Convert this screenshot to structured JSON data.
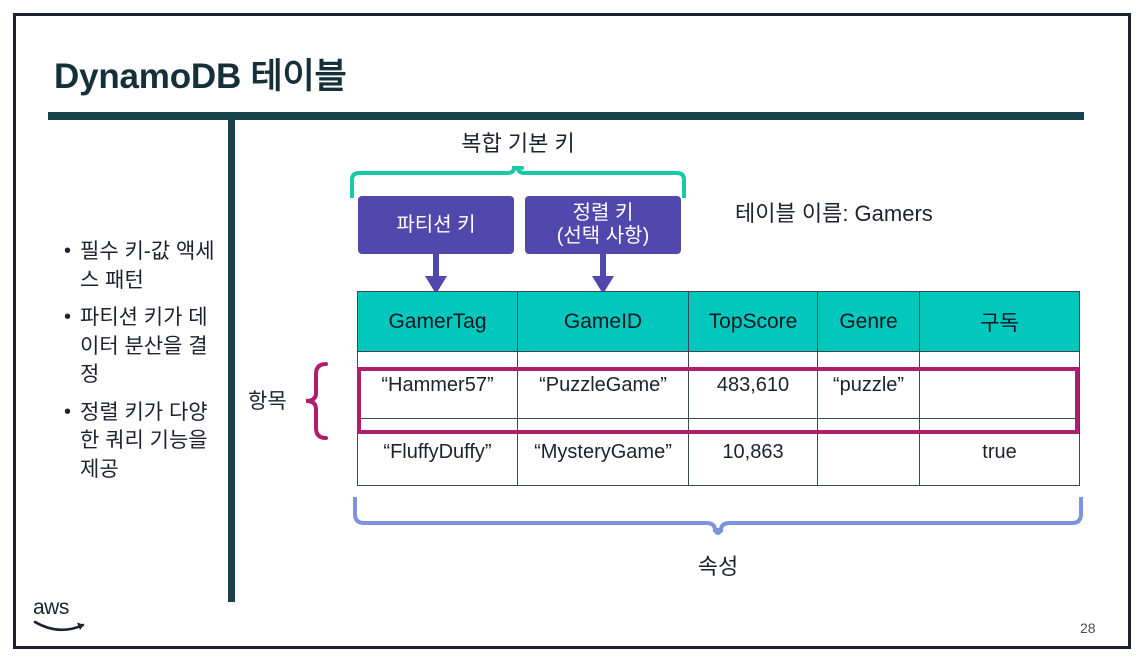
{
  "slide": {
    "title": "DynamoDB 테이블",
    "page_number": "28",
    "brand": "aws",
    "colors": {
      "title_teal": "#16303a",
      "rule_teal": "#17424c",
      "header_teal": "#01c7bc",
      "key_box_purple": "#5147ad",
      "top_brace_teal": "#17c9a6",
      "item_brace_magenta": "#ae1e6d",
      "attributes_brace_blue": "#7e92dd",
      "text_dark": "#1d2230"
    }
  },
  "bullets": [
    "필수 키-값 액세스 패턴",
    "파티션 키가 데이터 분산을 결정",
    "정렬 키가 다양한 쿼리 기능을 제공"
  ],
  "diagram": {
    "composite_key_label": "복합 기본 키",
    "partition_key_label": "파티션 키",
    "sort_key_label": "정렬 키\n(선택 사항)",
    "sort_key_line_1": "정렬 키",
    "sort_key_line_2": "(선택 사항)",
    "table_name_label": "테이블 이름: Gamers",
    "item_label": "항목",
    "attributes_label": "속성"
  },
  "table": {
    "headers": [
      "GamerTag",
      "GameID",
      "TopScore",
      "Genre",
      "구독"
    ],
    "rows": [
      {
        "highlighted": true,
        "cells": [
          "“Hammer57”",
          "“PuzzleGame”",
          "483,610",
          "“puzzle”",
          ""
        ]
      },
      {
        "highlighted": false,
        "cells": [
          "“FluffyDuffy”",
          "“MysteryGame”",
          "10,863",
          "",
          "true"
        ]
      }
    ]
  }
}
